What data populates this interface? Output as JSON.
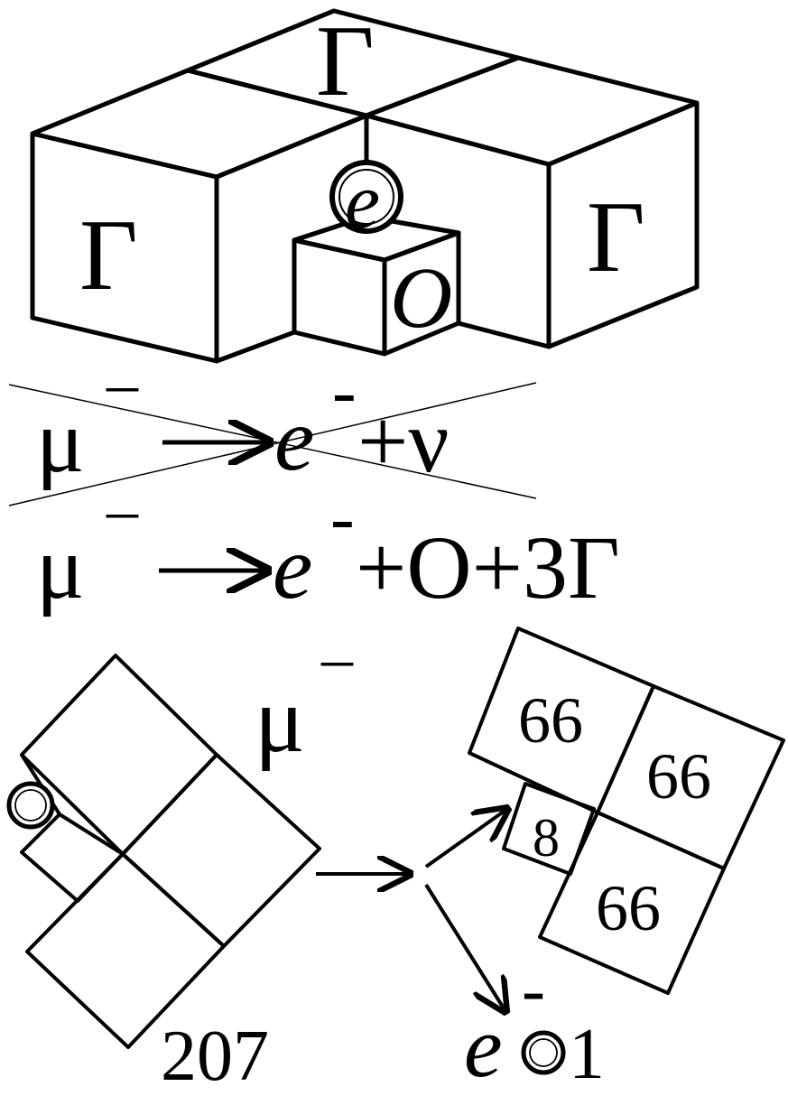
{
  "cube_diagram": {
    "top_label": "Г",
    "left_label": "Г",
    "right_label": "Г",
    "ball_label": "e",
    "small_cube_label": "O"
  },
  "equations": {
    "crossed": {
      "lhs": "μ",
      "lhs_sup": "–",
      "rhs_e": "e",
      "rhs_e_sup": "-",
      "rest": "+ν"
    },
    "valid": {
      "lhs": "μ",
      "lhs_sup": "–",
      "rhs_e": "e",
      "rhs_e_sup": "-",
      "rest": "+O+3Г"
    }
  },
  "decay_diagram": {
    "muon_label": "μ",
    "muon_sup": "–",
    "muon_mass": "207",
    "products": {
      "block_a": "66",
      "block_b": "66",
      "block_c": "66",
      "small_block": "8"
    },
    "electron_label": "e",
    "electron_sup": "-",
    "electron_mass": "1"
  }
}
